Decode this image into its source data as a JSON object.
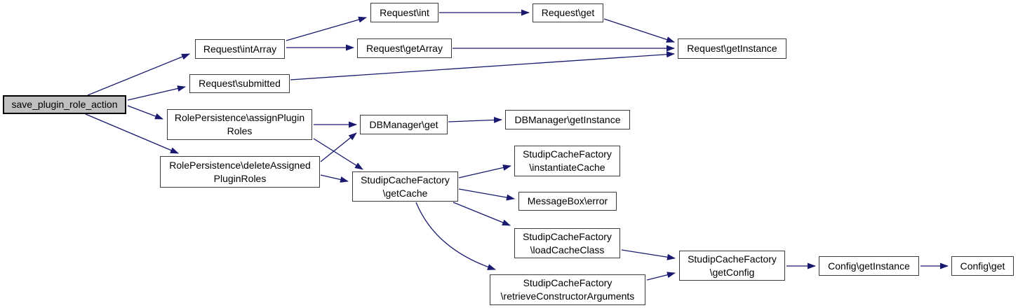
{
  "diagram": {
    "type": "call-graph",
    "background_color": "#ffffff",
    "edge_color": "#191970",
    "node_border_color": "#3c3c3c",
    "node_fill_color": "#ffffff",
    "highlight_node_fill_color": "#bfbfbf",
    "nodes": [
      {
        "id": "save_plugin_role_action",
        "label": "save_plugin_role_action",
        "highlighted": true
      },
      {
        "id": "request_intarray",
        "label": "Request\\intArray"
      },
      {
        "id": "request_submitted",
        "label": "Request\\submitted"
      },
      {
        "id": "roleper_assign",
        "label": "RolePersistence\\assignPlugin\nRoles"
      },
      {
        "id": "roleper_delete",
        "label": "RolePersistence\\deleteAssigned\nPluginRoles"
      },
      {
        "id": "request_int",
        "label": "Request\\int"
      },
      {
        "id": "request_getarray",
        "label": "Request\\getArray"
      },
      {
        "id": "request_get",
        "label": "Request\\get"
      },
      {
        "id": "request_getinstance",
        "label": "Request\\getInstance"
      },
      {
        "id": "dbmanager_get",
        "label": "DBManager\\get"
      },
      {
        "id": "dbmanager_getinstance",
        "label": "DBManager\\getInstance"
      },
      {
        "id": "scf_getcache",
        "label": "StudipCacheFactory\n\\getCache"
      },
      {
        "id": "scf_instantiatecache",
        "label": "StudipCacheFactory\n\\instantiateCache"
      },
      {
        "id": "messagebox_error",
        "label": "MessageBox\\error"
      },
      {
        "id": "scf_loadcacheclass",
        "label": "StudipCacheFactory\n\\loadCacheClass"
      },
      {
        "id": "scf_retrieveconstructorarguments",
        "label": "StudipCacheFactory\n\\retrieveConstructorArguments"
      },
      {
        "id": "scf_getconfig",
        "label": "StudipCacheFactory\n\\getConfig"
      },
      {
        "id": "config_getinstance",
        "label": "Config\\getInstance"
      },
      {
        "id": "config_get",
        "label": "Config\\get"
      }
    ],
    "edges": [
      {
        "from": "save_plugin_role_action",
        "to": "request_intarray"
      },
      {
        "from": "save_plugin_role_action",
        "to": "request_submitted"
      },
      {
        "from": "save_plugin_role_action",
        "to": "roleper_assign"
      },
      {
        "from": "save_plugin_role_action",
        "to": "roleper_delete"
      },
      {
        "from": "request_intarray",
        "to": "request_int"
      },
      {
        "from": "request_intarray",
        "to": "request_getarray"
      },
      {
        "from": "request_int",
        "to": "request_get"
      },
      {
        "from": "request_get",
        "to": "request_getinstance"
      },
      {
        "from": "request_getarray",
        "to": "request_getinstance"
      },
      {
        "from": "request_submitted",
        "to": "request_getinstance"
      },
      {
        "from": "roleper_assign",
        "to": "dbmanager_get"
      },
      {
        "from": "roleper_assign",
        "to": "scf_getcache"
      },
      {
        "from": "roleper_delete",
        "to": "dbmanager_get"
      },
      {
        "from": "roleper_delete",
        "to": "scf_getcache"
      },
      {
        "from": "dbmanager_get",
        "to": "dbmanager_getinstance"
      },
      {
        "from": "scf_getcache",
        "to": "scf_instantiatecache"
      },
      {
        "from": "scf_getcache",
        "to": "messagebox_error"
      },
      {
        "from": "scf_getcache",
        "to": "scf_loadcacheclass"
      },
      {
        "from": "scf_getcache",
        "to": "scf_retrieveconstructorarguments"
      },
      {
        "from": "scf_loadcacheclass",
        "to": "scf_getconfig"
      },
      {
        "from": "scf_retrieveconstructorarguments",
        "to": "scf_getconfig"
      },
      {
        "from": "scf_getconfig",
        "to": "config_getinstance"
      },
      {
        "from": "config_getinstance",
        "to": "config_get"
      }
    ]
  }
}
